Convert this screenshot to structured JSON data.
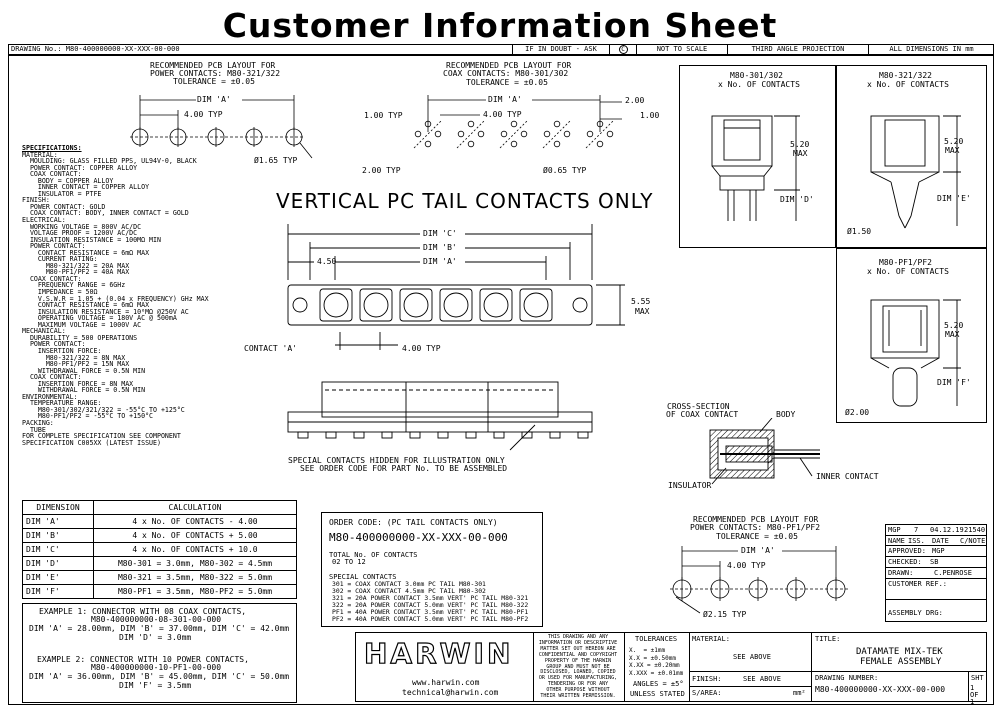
{
  "sheet_title": "Customer Information Sheet",
  "header": {
    "drawing_no": "DRAWING No.: M80-400000000-XX-XXX-00-000",
    "if_in_doubt": "IF IN DOUBT - ASK",
    "copyright": "C",
    "not_to_scale": "NOT TO SCALE",
    "projection": "THIRD ANGLE PROJECTION",
    "dimensions": "ALL DIMENSIONS IN mm"
  },
  "pcb_power": {
    "l1": "RECOMMENDED PCB LAYOUT FOR",
    "l2": "POWER CONTACTS: M80-321/322",
    "l3": "TOLERANCE = ±0.05",
    "dim_a": "DIM 'A'",
    "pitch": "4.00 TYP",
    "hole": "Ø1.65 TYP"
  },
  "pcb_coax": {
    "l1": "RECOMMENDED PCB LAYOUT FOR",
    "l2": "COAX CONTACTS: M80-301/302",
    "l3": "TOLERANCE = ±0.05",
    "dim_a": "DIM 'A'",
    "pitch": "4.00 TYP",
    "d200": "2.00",
    "d100": "1.00",
    "d100b": "1.00 TYP",
    "d200b": "2.00 TYP",
    "hole": "Ø0.65 TYP"
  },
  "vertical_title": "VERTICAL PC TAIL CONTACTS ONLY",
  "connector": {
    "dim_c": "DIM 'C'",
    "dim_b": "DIM 'B'",
    "dim_a": "DIM 'A'",
    "d450": "4.50",
    "height": "5.55",
    "max": "MAX",
    "contact_a": "CONTACT 'A'",
    "pitch": "4.00 TYP",
    "note1": "SPECIAL CONTACTS HIDDEN FOR ILLUSTRATION ONLY",
    "note2": "SEE ORDER CODE FOR PART No. TO BE ASSEMBLED"
  },
  "specifications": [
    "SPECIFICATIONS:",
    "MATERIAL:",
    "  MOULDING: GLASS FILLED PPS, UL94V-0, BLACK",
    "  POWER CONTACT: COPPER ALLOY",
    "  COAX CONTACT:",
    "    BODY = COPPER ALLOY",
    "    INNER CONTACT = COPPER ALLOY",
    "    INSULATOR = PTFE",
    "FINISH:",
    "  POWER CONTACT: GOLD",
    "  COAX CONTACT: BODY, INNER CONTACT = GOLD",
    "ELECTRICAL:",
    "  WORKING VOLTAGE = 800V AC/DC",
    "  VOLTAGE PROOF = 1200V AC/DC",
    "  INSULATION RESISTANCE = 100MΩ MIN",
    "  POWER CONTACT:",
    "    CONTACT RESISTANCE = 6mΩ MAX",
    "    CURRENT RATING:",
    "      M80-321/322 = 20A MAX",
    "      M80-PF1/PF2 = 40A MAX",
    "  COAX CONTACT:",
    "    FREQUENCY RANGE = 6GHz",
    "    IMPEDANCE = 50Ω",
    "    V.S.W.R = 1.05 + (0.04 x FREQUENCY) GHz MAX",
    "    CONTACT RESISTANCE = 6mΩ MAX",
    "",
    "    INSULATION RESISTANCE = 10⁶MΩ @250V AC",
    "    OPERATING VOLTAGE = 180V AC @ 500mA",
    "    MAXIMUM VOLTAGE = 1000V AC",
    "MECHANICAL:",
    "  DURABILITY = 500 OPERATIONS",
    "  POWER CONTACT:",
    "    INSERTION FORCE:",
    "      M80-321/322 = 8N MAX",
    "      M80-PF1/PF2 = 15N MAX",
    "    WITHDRAWAL FORCE = 0.5N MIN",
    "  COAX CONTACT:",
    "    INSERTION FORCE = 8N MAX",
    "    WITHDRAWAL FORCE = 0.5N MIN",
    "ENVIRONMENTAL:",
    "  TEMPERATURE RANGE:",
    "    M80-301/302/321/322 = -55°C TO +125°C",
    "    M80-PF1/PF2 = -55°C TO +150°C",
    "PACKING:",
    "  TUBE",
    "FOR COMPLETE SPECIFICATION SEE COMPONENT",
    "SPECIFICATION C005XX (LATEST ISSUE)"
  ],
  "dim_table": {
    "h1": "DIMENSION",
    "h2": "CALCULATION",
    "rows": [
      [
        "DIM 'A'",
        "4 x No. OF CONTACTS - 4.00"
      ],
      [
        "DIM 'B'",
        "4 x No. OF CONTACTS + 5.00"
      ],
      [
        "DIM 'C'",
        "4 x No. OF CONTACTS + 10.0"
      ],
      [
        "DIM 'D'",
        "M80-301 = 3.0mm, M80-302 = 4.5mm"
      ],
      [
        "DIM 'E'",
        "M80-321 = 3.5mm, M80-322 = 5.0mm"
      ],
      [
        "DIM 'F'",
        "M80-PF1 = 3.5mm, M80-PF2 = 5.0mm"
      ]
    ]
  },
  "examples": {
    "e1l1": "EXAMPLE 1: CONNECTOR WITH 08 COAX CONTACTS,",
    "e1l2": "M80-400000000-08-301-00-000",
    "e1l3": "DIM 'A' = 28.00mm, DIM 'B' = 37.00mm, DIM 'C' = 42.0mm",
    "e1l4": "DIM 'D' = 3.0mm",
    "e2l1": "EXAMPLE 2: CONNECTOR WITH 10 POWER CONTACTS,",
    "e2l2": "M80-400000000-10-PF1-00-000",
    "e2l3": "DIM 'A' = 36.00mm, DIM 'B' = 45.00mm, DIM 'C' = 50.0mm",
    "e2l4": "DIM 'F' = 3.5mm"
  },
  "order_code": {
    "title": "ORDER CODE: (PC TAIL CONTACTS ONLY)",
    "code": "M80-400000000-XX-XXX-00-000",
    "total1": "TOTAL No. OF CONTACTS",
    "total2": "02 TO 12",
    "special": "SPECIAL CONTACTS",
    "items": [
      "301 = COAX CONTACT 3.0mm PC TAIL M80-301",
      "302 = COAX CONTACT 4.5mm PC TAIL M80-302",
      "321 = 20A POWER CONTACT 3.5mm VERT' PC TAIL M80-321",
      "322 = 20A POWER CONTACT 5.0mm VERT' PC TAIL M80-322",
      "PF1 = 40A POWER CONTACT 3.5mm VERT' PC TAIL M80-PF1",
      "PF2 = 40A POWER CONTACT 5.0mm VERT' PC TAIL M80-PF2"
    ]
  },
  "side_views": {
    "v1l1": "M80-301/302",
    "v1l2": "x No. OF CONTACTS",
    "v1dim": "5.20",
    "v1max": "MAX",
    "v1d": "DIM 'D'",
    "v2l1": "M80-321/322",
    "v2l2": "x No. OF CONTACTS",
    "v2dim": "5.20",
    "v2max": "MAX",
    "v2e": "DIM 'E'",
    "v2hole": "Ø1.50",
    "v3l1": "M80-PF1/PF2",
    "v3l2": "x No. OF CONTACTS",
    "v3dim": "5.20",
    "v3max": "MAX",
    "v3f": "DIM 'F'",
    "v3hole": "Ø2.00"
  },
  "cross_section": {
    "l1": "CROSS-SECTION",
    "l2": "OF COAX CONTACT",
    "body": "BODY",
    "inner": "INNER CONTACT",
    "insulator": "INSULATOR"
  },
  "pcb_pf": {
    "l1": "RECOMMENDED PCB LAYOUT FOR",
    "l2": "POWER CONTACTS: M80-PF1/PF2",
    "l3": "TOLERANCE = ±0.05",
    "dim_a": "DIM 'A'",
    "pitch": "4.00 TYP",
    "hole": "Ø2.15 TYP"
  },
  "revision": {
    "mgp": "MGP",
    "rev": "7",
    "date": "04.12.19",
    "cno": "21540",
    "h_name": "NAME",
    "h_iss": "ISS.",
    "h_date": "DATE",
    "h_cno": "C/NOTE",
    "approved": "APPROVED:",
    "approved_val": "MGP",
    "checked": "CHECKED:",
    "checked_val": "SB",
    "drawn": "DRAWN:",
    "drawn_val": "C.PENROSE",
    "customer_ref": "CUSTOMER REF.:",
    "assembly_drg": "ASSEMBLY DRG:"
  },
  "title_block": {
    "logo": "HARWIN",
    "web": "www.harwin.com",
    "email": "technical@harwin.com",
    "disclaimer": [
      "THIS DRAWING AND ANY",
      "INFORMATION OR DESCRIPTIVE",
      "MATTER SET OUT HEREON ARE",
      "CONFIDENTIAL AND COPYRIGHT",
      "PROPERTY OF THE HARWIN",
      "GROUP AND MUST NOT BE",
      "DISCLOSED, LOANED, COPIED",
      "OR USED FOR MANUFACTURING,",
      "TENDERING OR FOR ANY",
      "OTHER PURPOSE WITHOUT",
      "THEIR WRITTEN PERMISSION."
    ],
    "tol_title": "TOLERANCES",
    "tol": [
      "X.  = ±1mm",
      "X.X = ±0.50mm",
      "X.XX = ±0.20mm",
      "X.XXX = ±0.01mm"
    ],
    "angles": "ANGLES = ±5°",
    "unless": "UNLESS STATED",
    "material": "MATERIAL:",
    "material_val": "SEE ABOVE",
    "finish": "FINISH:",
    "finish_val": "SEE ABOVE",
    "sarea": "S/AREA:",
    "sarea_unit": "mm²",
    "title": "TITLE:",
    "title1": "DATAMATE MIX-TEK",
    "title2": "FEMALE ASSEMBLY",
    "dn_label": "DRAWING NUMBER:",
    "dn_val": "M80-400000000-XX-XXX-00-000",
    "sht": "SHT",
    "sht_val": "1 OF 1"
  }
}
